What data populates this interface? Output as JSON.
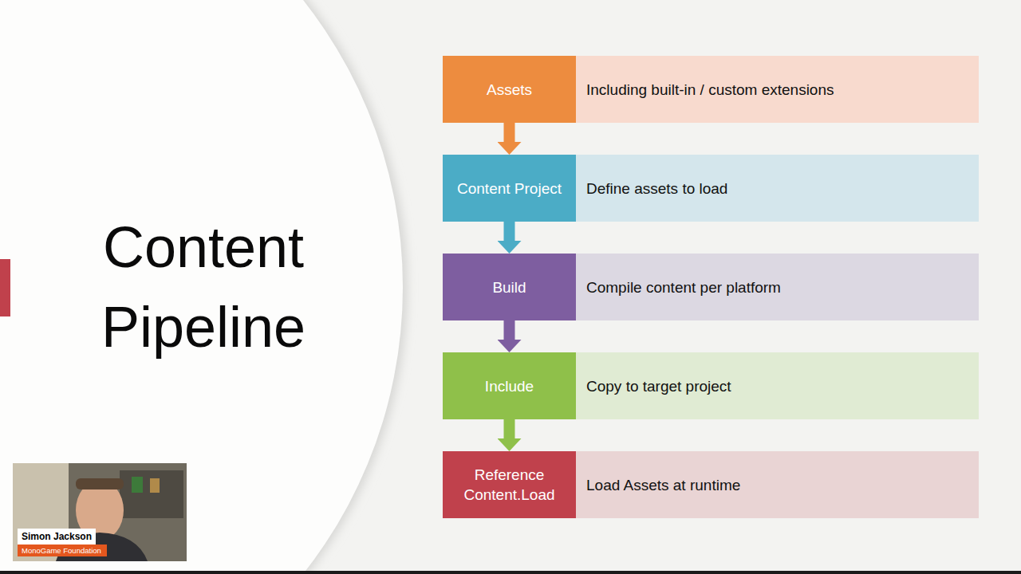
{
  "diagram": {
    "title": "Content Pipeline",
    "nodes": [
      {
        "text": [
          "Assets"
        ]
      },
      {
        "text": [
          "Including built-in / custom extensions"
        ]
      },
      {
        "text": [
          "Content Project"
        ]
      },
      {
        "text": [
          "Define assets to load"
        ]
      },
      {
        "text": [
          "Build"
        ]
      },
      {
        "text": [
          "Compile content per platform"
        ]
      },
      {
        "text": [
          "Include"
        ]
      },
      {
        "text": [
          "Copy to target project"
        ]
      },
      {
        "text": [
          "Reference Content.Load"
        ]
      },
      {
        "text": [
          "Load Assets at runtime"
        ]
      }
    ],
    "edges": [
      {
        "from": 0,
        "to": 2,
        "arrow": "to"
      },
      {
        "from": 2,
        "to": 4,
        "arrow": "to"
      },
      {
        "from": 4,
        "to": 6,
        "arrow": "to"
      },
      {
        "from": 6,
        "to": 8,
        "arrow": "to"
      }
    ],
    "labels": [
      "Simon Jackson",
      "MonoGame Foundation"
    ]
  }
}
